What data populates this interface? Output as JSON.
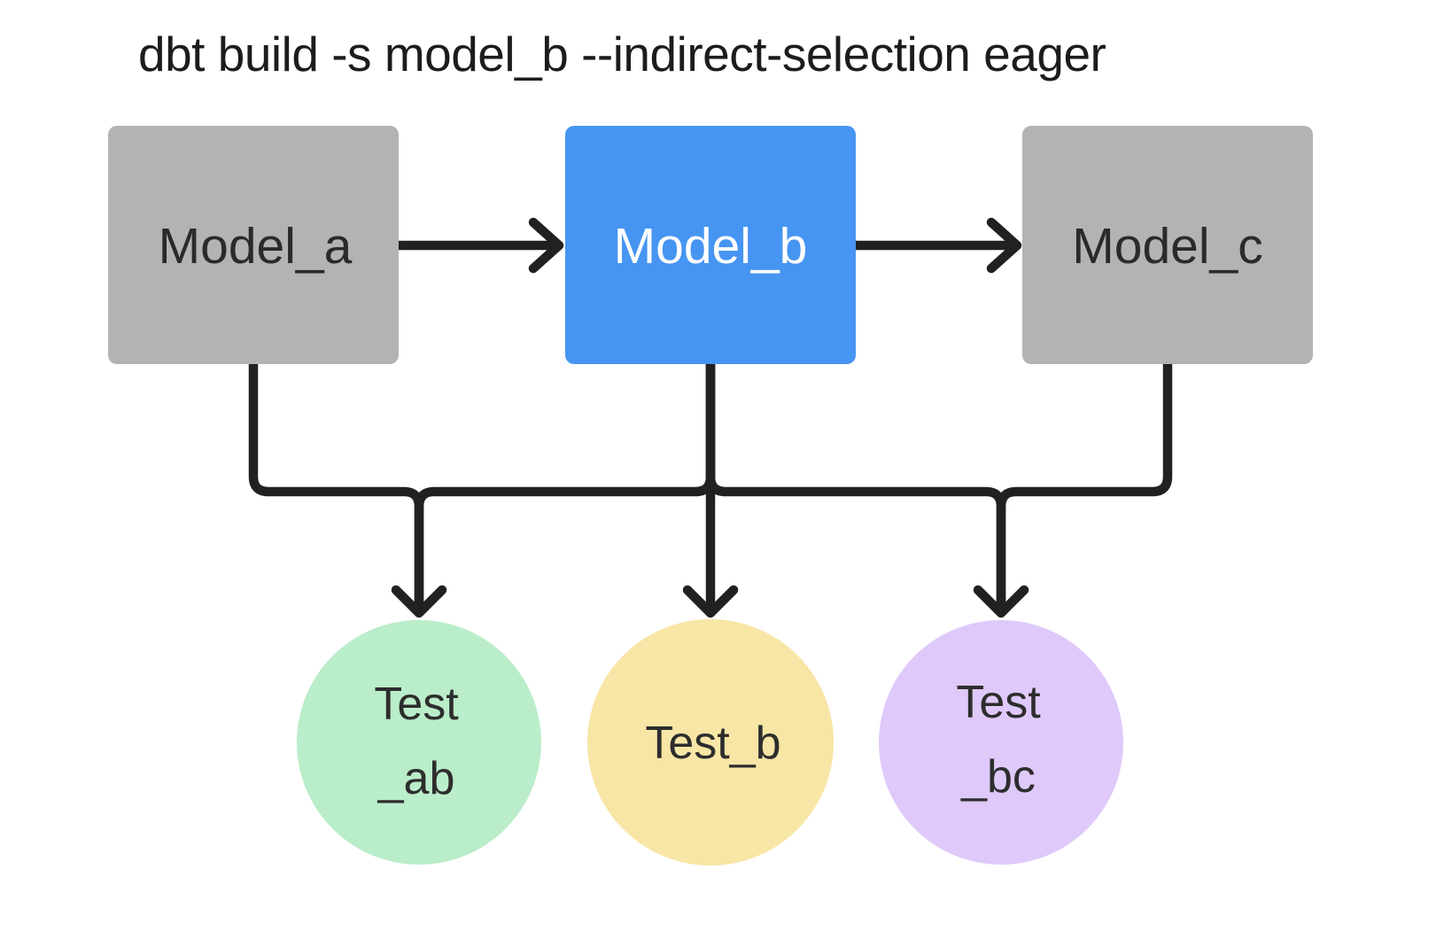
{
  "title": "dbt build -s model_b --indirect-selection eager",
  "colors": {
    "background": "#ffffff",
    "edge": "#212121",
    "title_text": "#1c1c1c",
    "gray_node": "#b3b3b3",
    "blue_node": "#4695f2",
    "green_node": "#baedc9",
    "yellow_node": "#f8e6a6",
    "purple_node": "#dfc9fa"
  },
  "nodes": {
    "model_a": {
      "label": "Model_a",
      "fill": "#b3b3b3",
      "text_color": "#2a2a2a"
    },
    "model_b": {
      "label": "Model_b",
      "fill": "#4695f2",
      "text_color": "#ffffff"
    },
    "model_c": {
      "label": "Model_c",
      "fill": "#b3b3b3",
      "text_color": "#2a2a2a"
    },
    "test_ab": {
      "line1": "Test",
      "line2": "_ab",
      "fill": "#baedc9",
      "text_color": "#2d2d2d"
    },
    "test_b": {
      "label": "Test_b",
      "fill": "#f8e6a6",
      "text_color": "#2d2d2d"
    },
    "test_bc": {
      "line1": "Test",
      "line2": "_bc",
      "fill": "#dfc9fa",
      "text_color": "#2d2d2d"
    }
  },
  "edges": [
    {
      "from": "Model_a",
      "to": "Model_b"
    },
    {
      "from": "Model_b",
      "to": "Model_c"
    },
    {
      "from": "Model_a",
      "to": "Test_ab"
    },
    {
      "from": "Model_b",
      "to": "Test_ab"
    },
    {
      "from": "Model_b",
      "to": "Test_b"
    },
    {
      "from": "Model_b",
      "to": "Test_bc"
    },
    {
      "from": "Model_c",
      "to": "Test_bc"
    }
  ]
}
